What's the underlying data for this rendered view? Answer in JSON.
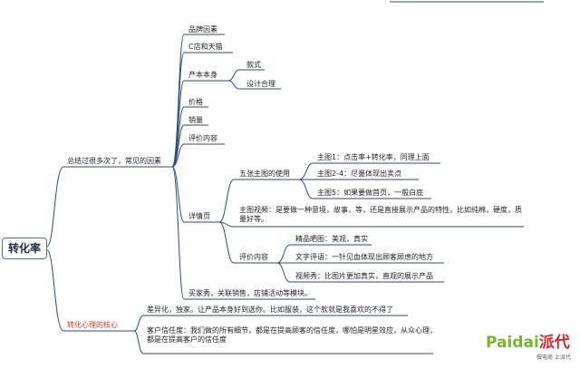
{
  "root": "转化率",
  "top_branch": {
    "label": "总结过很多次了，常见的因素",
    "items": {
      "brand": "品牌因素",
      "store_type": "C店和天猫",
      "product": "产本本身",
      "style": "款式",
      "design": "设计合理",
      "price": "价格",
      "sales": "销量",
      "review_content": "评价内容",
      "detail_page": "详情页",
      "five_images": "五张主图的使用",
      "img1": "主图1：点击率+转化率，同理上面",
      "img2": "主图2-4：尽量体现出卖点",
      "img5": "主图5：如果要做首页，一般白底",
      "video": "主图视频：是要做一种意境，故事，等，还是直接展示产品的特性，比如纯棉，硬度，质量好等。",
      "review_sub": "评价内容",
      "photos": "精品晒图：美观，真实",
      "text_review": "文字评语：一针见血体现出顾客顾虑的地方",
      "video_show": "视频秀：比图片更加真实，直观的展示产品",
      "buyer_show": "买家秀，关联销售，店铺活动等模块。"
    }
  },
  "bottom_branch": {
    "label": "转化心理的核心",
    "diff": "差异化，独家。让产品本身好到选你。比如服装，这个款就是我喜欢的不得了",
    "trust": "客户信任度：我们做的所有细节，都是在提高顾客的信任度，哪怕是明星效应，从众心理，都是在提高客户的信任度"
  },
  "logo": {
    "brand_latin": "Paidai",
    "brand_cn": "派代",
    "tagline": "做电商 上派代"
  },
  "colors": {
    "branch": "#2e4a7a",
    "root_border": "#4a6fa5",
    "core_red": "#c0392b",
    "logo_green": "#77b72a",
    "logo_red": "#d9232d"
  }
}
